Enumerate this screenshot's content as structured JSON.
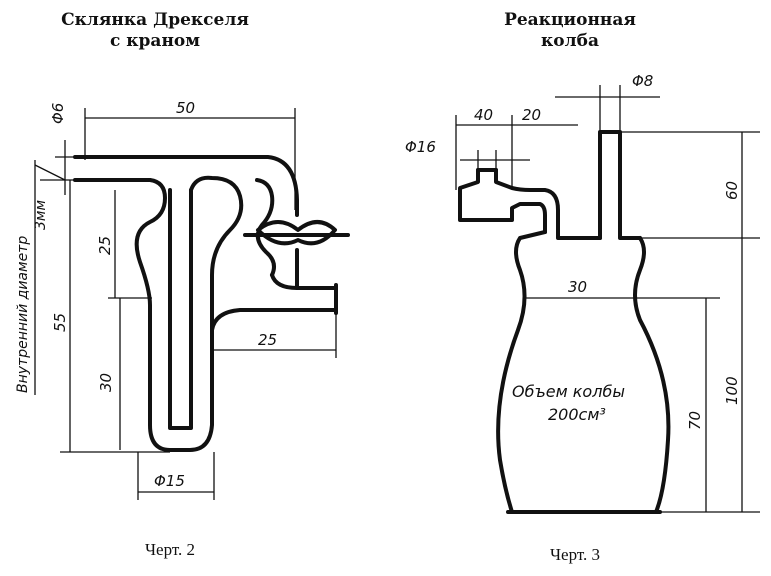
{
  "figure1": {
    "title_line1": "Склянка Дрекселя",
    "title_line2": "с краном",
    "caption": "Черт. 2",
    "dims": {
      "d6": "Φ6",
      "d50": "50",
      "d25_top": "25",
      "d55": "55",
      "d30": "30",
      "d25_right": "25",
      "d15": "Φ15"
    },
    "note_line1": "Внутренний диаметр",
    "note_line2": "3мм"
  },
  "figure2": {
    "title_line1": "Реакционная",
    "title_line2": "колба",
    "caption": "Черт. 3",
    "dims": {
      "d8": "Φ8",
      "d40": "40",
      "d20": "20",
      "d16": "Φ16",
      "d60": "60",
      "d30": "30",
      "d100": "100",
      "d70": "70"
    },
    "volume_line1": "Объем колбы",
    "volume_line2": "200см³"
  }
}
